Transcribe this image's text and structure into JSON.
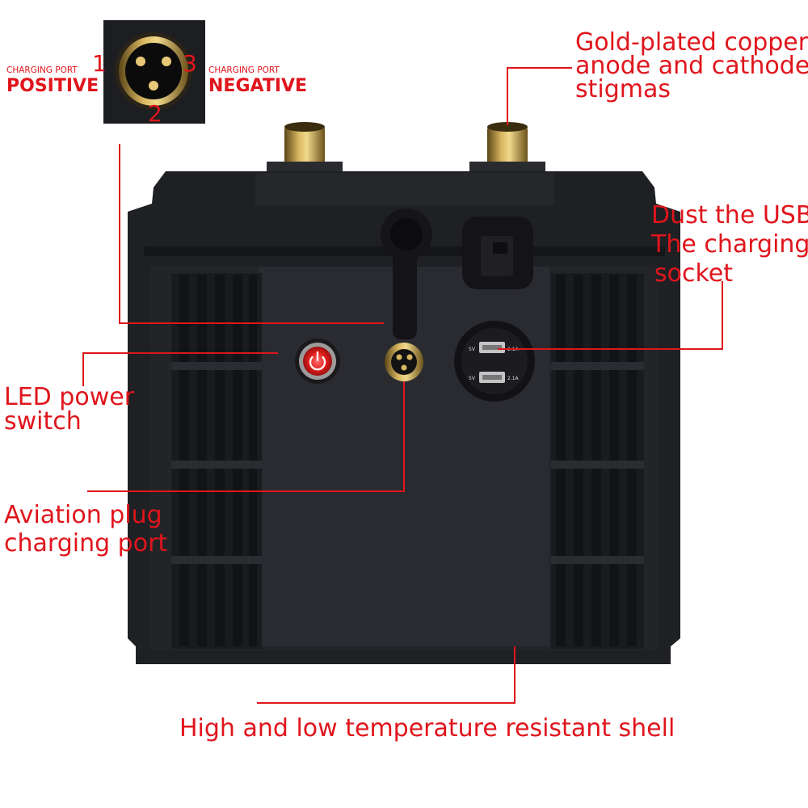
{
  "connector_inset": {
    "left_caption": "CHARGING PORT",
    "left_polarity": "POSITIVE",
    "right_caption": "CHARGING PORT",
    "right_polarity": "NEGATIVE",
    "pin_1": "1",
    "pin_2": "2",
    "pin_3": "3"
  },
  "callouts": {
    "terminals": [
      "Gold-plated copper",
      "anode and cathode",
      "stigmas"
    ],
    "usb_socket": [
      "Dust the USB",
      "The charging",
      "socket"
    ],
    "led_switch": [
      "LED power",
      "switch"
    ],
    "aviation_plug": [
      "Aviation plug",
      "charging port"
    ],
    "shell": "High and low temperature resistant shell"
  },
  "usb_panel": {
    "port_top_voltage": "5V",
    "port_top_current": "2.1A",
    "port_bottom_voltage": "5V",
    "port_bottom_current": "2.1A"
  },
  "colors": {
    "callout_red": "#e0151c",
    "battery_body": "#1f2024",
    "brass": "#c9a24a"
  },
  "icons": [
    "power-icon",
    "three-pin-connector-icon",
    "usb-port-icon"
  ]
}
